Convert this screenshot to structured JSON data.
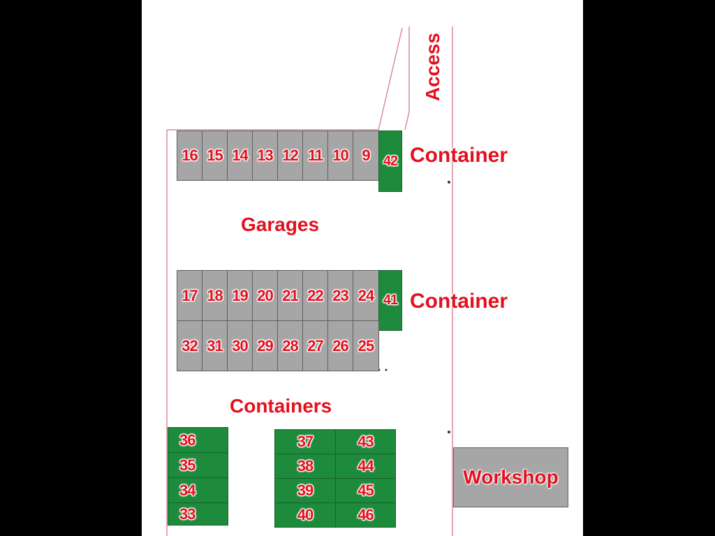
{
  "labels": {
    "access": "Access",
    "container_top": "Container",
    "container_mid": "Container",
    "garages": "Garages",
    "containers": "Containers",
    "workshop": "Workshop"
  },
  "colors": {
    "garage": "#a6a6a6",
    "container": "#1e8a3c",
    "label": "#e3101e",
    "boundary": "#d98a9a"
  },
  "rows": {
    "top": [
      "16",
      "15",
      "14",
      "13",
      "12",
      "11",
      "10",
      "9"
    ],
    "middle_upper": [
      "17",
      "18",
      "19",
      "20",
      "21",
      "22",
      "23",
      "24"
    ],
    "middle_lower": [
      "32",
      "31",
      "30",
      "29",
      "28",
      "27",
      "26",
      "25"
    ]
  },
  "containers": {
    "top_end": "42",
    "middle_end": "41",
    "left_column": [
      "36",
      "35",
      "34",
      "33"
    ],
    "center_left_column": [
      "37",
      "38",
      "39",
      "40"
    ],
    "center_right_column": [
      "43",
      "44",
      "45",
      "46"
    ]
  }
}
